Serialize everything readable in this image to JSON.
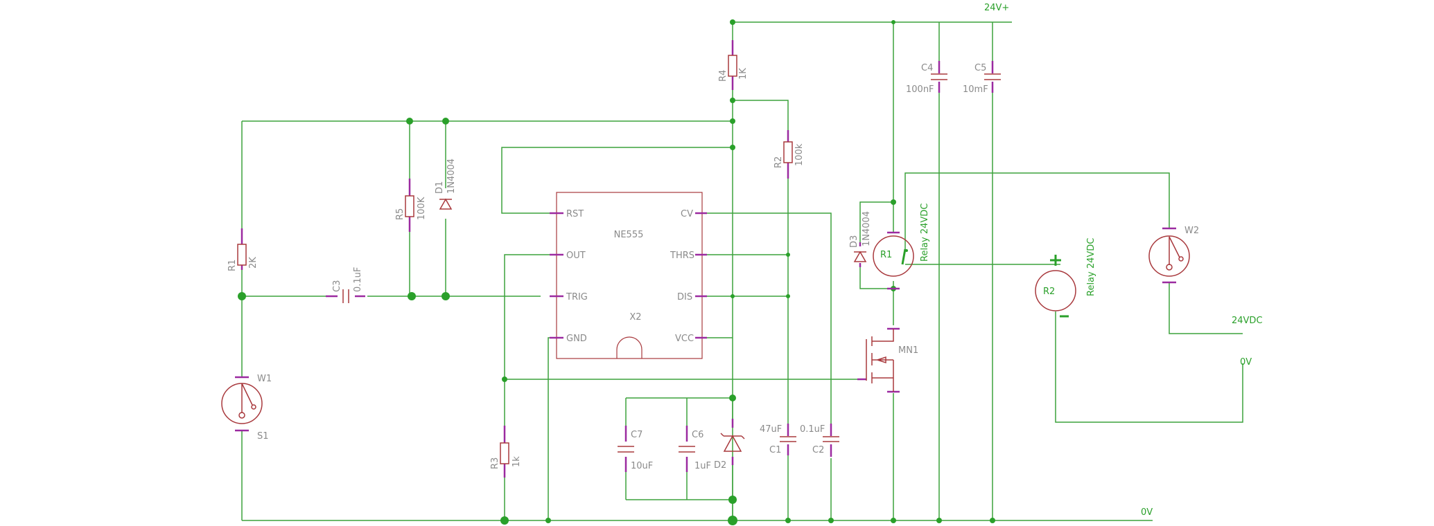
{
  "nets": {
    "vcc_label": "24V+",
    "gnd_label": "0V",
    "right_24vdc": "24VDC",
    "right_0v": "0V"
  },
  "ic": {
    "name": "NE555",
    "ref": "X2",
    "pins": {
      "rst": "RST",
      "out": "OUT",
      "trig": "TRIG",
      "gnd": "GND",
      "cv": "CV",
      "thrs": "THRS",
      "dis": "DIS",
      "vcc": "VCC"
    }
  },
  "components": {
    "r1": {
      "ref": "R1",
      "value": "2K"
    },
    "r2": {
      "ref": "R2",
      "value": "100k"
    },
    "r3": {
      "ref": "R3",
      "value": "1k"
    },
    "r4": {
      "ref": "R4",
      "value": "1K"
    },
    "r5": {
      "ref": "R5",
      "value": "100K"
    },
    "c1": {
      "ref": "C1",
      "value": "47uF"
    },
    "c2": {
      "ref": "C2",
      "value": "0.1uF"
    },
    "c3": {
      "ref": "C3",
      "value": "0.1uF"
    },
    "c4": {
      "ref": "C4",
      "value": "100nF"
    },
    "c5": {
      "ref": "C5",
      "value": "10mF"
    },
    "c6": {
      "ref": "C6",
      "value": "1uF"
    },
    "c7": {
      "ref": "C7",
      "value": "10uF"
    },
    "d1": {
      "ref": "D1",
      "value": "1N4004"
    },
    "d2": {
      "ref": "D2"
    },
    "d3": {
      "ref": "D3",
      "value": "1N4004"
    },
    "mn1": {
      "ref": "MN1"
    },
    "relay1": {
      "ref": "R1",
      "value": "Relay 24VDC"
    },
    "relay2": {
      "ref": "R2",
      "value": "Relay 24VDC"
    },
    "w1": {
      "ref": "W1"
    },
    "s1": {
      "ref": "S1"
    },
    "w2": {
      "ref": "W2"
    }
  },
  "colors": {
    "wire": "#3ca23c",
    "part": "#a8383c",
    "pin": "#9b2aa0",
    "label": "#8a8a8a",
    "background": "#ffffff"
  }
}
